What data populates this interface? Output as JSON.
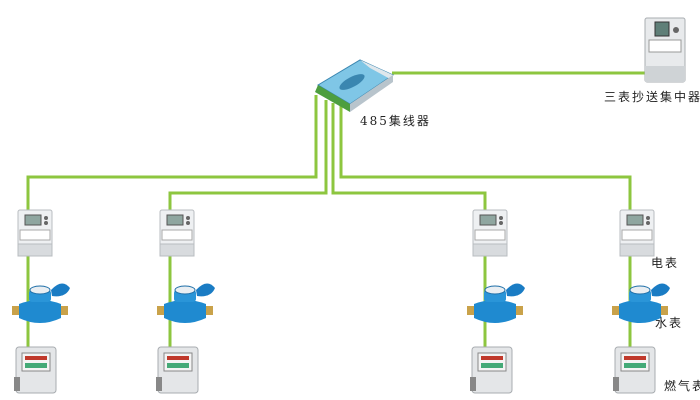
{
  "labels": {
    "hub": "485集线器",
    "concentrator": "三表抄送集中器",
    "electric_meter": "电表",
    "water_meter": "水表",
    "gas_meter": "燃气表"
  },
  "colors": {
    "wire": "#8dc63f",
    "water_meter_body": "#1f8ad0"
  },
  "branch_count": 4
}
